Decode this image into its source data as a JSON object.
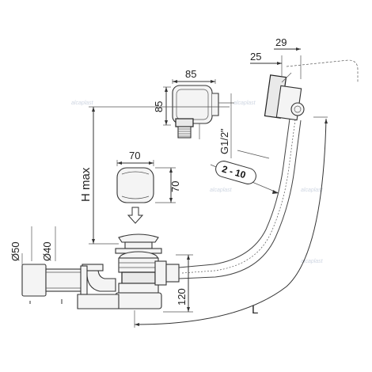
{
  "dimensions": {
    "overflow_width": "85",
    "overflow_height": "85",
    "knob_width": "70",
    "knob_height": "70",
    "fitting_a": "25",
    "fitting_b": "29",
    "thread": "G1/2\"",
    "range": "2 - 10",
    "h_max": "H max",
    "d50": "Ø50",
    "d40": "Ø40",
    "bottom_height": "120",
    "length": "L"
  },
  "watermarks": [
    "alcaplast",
    "alcaplast",
    "alcaplast",
    "alcaplast",
    "alcaplast",
    "alcaplast"
  ]
}
